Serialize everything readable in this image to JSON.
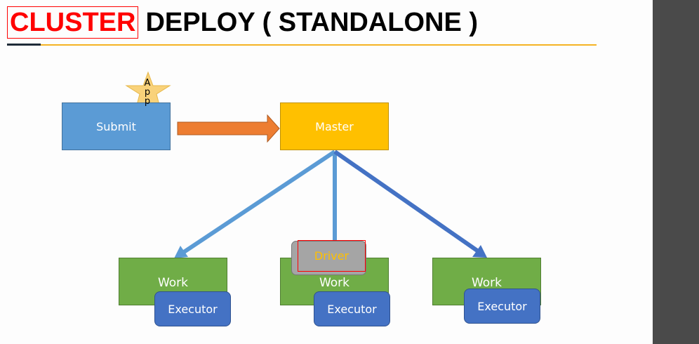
{
  "title": {
    "highlight": "CLUSTER",
    "rest": "DEPLOY ( STANDALONE )"
  },
  "diagram": {
    "submit": "Submit",
    "app_letters": [
      "A",
      "p",
      "p"
    ],
    "master": "Master",
    "driver": "Driver",
    "workers": [
      {
        "label": "Work",
        "executor": "Executor"
      },
      {
        "label": "Work",
        "executor": "Executor"
      },
      {
        "label": "Work",
        "executor": "Executor"
      }
    ]
  },
  "colors": {
    "title_highlight": "#ff0000",
    "accent_rule": "#f5b324",
    "submit": "#5b9bd5",
    "master": "#ffc000",
    "worker": "#70ad47",
    "executor": "#4472c4",
    "driver": "#a5a5a5",
    "driver_text": "#ffc000",
    "star": "#f9d27a",
    "arrow_submit_to_master": "#ed7d31",
    "arrow_light": "#5b9bd5",
    "arrow_dark": "#4472c4",
    "side_panel": "#4a4a4a"
  }
}
